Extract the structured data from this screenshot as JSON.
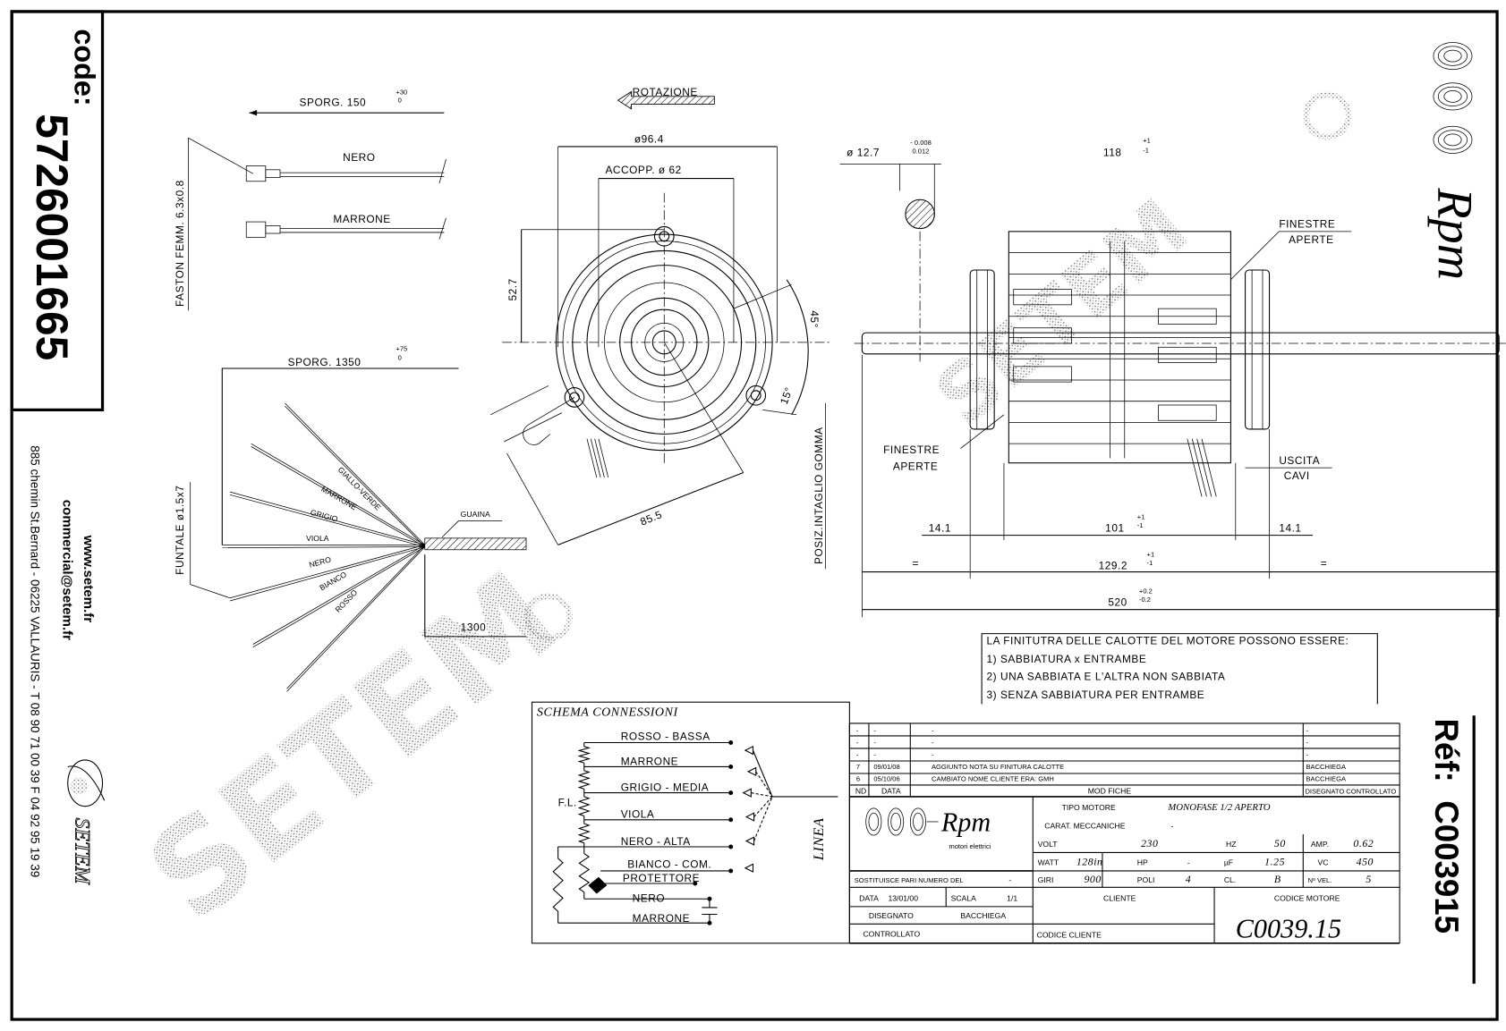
{
  "sidebar": {
    "code_label": "code:",
    "code": "5726001665",
    "website": "www.setem.fr",
    "email": "commercial@setem.fr",
    "address": "885 chemin St.Bernard - 06225 VALLAURIS - T 08 90 71 00 39  F 04 92 95 19 39",
    "brand": "SETEM"
  },
  "right": {
    "brand": "Rpm",
    "ref_label": "Réf:",
    "ref": "C003915"
  },
  "watermark": "SETEM",
  "wires": {
    "sporg1": "SPORG. 150",
    "sporg1_tol": [
      "+30",
      "0"
    ],
    "faston": "FASTON FEMM. 6.3x0.8",
    "wire1": "NERO",
    "wire2": "MARRONE",
    "sporg2": "SPORG. 1350",
    "sporg2_tol": [
      "+75",
      "0"
    ],
    "fan": [
      "GIALLO-VERDE",
      "MARRONE",
      "GRIGIO",
      "VIOLA",
      "NERO",
      "BIANCO",
      "ROSSO"
    ],
    "guaina": "GUAINA",
    "length": "1300",
    "funtale": "FUNTALE ø1.5x7"
  },
  "front": {
    "rotation": "ROTAZIONE",
    "dia": "ø96.4",
    "accopp": "ACCOPP. ø 62",
    "h": "52.7",
    "d2": "85.5",
    "a1": "45°",
    "a2": "15°",
    "posiz": "POSIZ.INTAGLIO GOMMA"
  },
  "side": {
    "shaft": "ø 12.7",
    "shaft_tol": [
      "- 0.008",
      "0.012"
    ],
    "len118": "118",
    "tol": [
      "+1",
      "-1"
    ],
    "fin_r": [
      "FINESTRE",
      "APERTE"
    ],
    "fin_l": [
      "FINESTRE",
      "APERTE"
    ],
    "uscita": [
      "USCITA",
      "CAVI"
    ],
    "d14": "14.1",
    "d101": "101",
    "d129": "129.2",
    "d520": "520",
    "tol520": [
      "+0.2",
      "-0.2"
    ],
    "eq": "="
  },
  "notes": [
    "LA FINITUTRA DELLE CALOTTE DEL MOTORE POSSONO ESSERE:",
    "1) SABBIATURA x ENTRAMBE",
    "2) UNA SABBIATA E L'ALTRA NON SABBIATA",
    "3) SENZA SABBIATURA PER ENTRAMBE"
  ],
  "schema": {
    "title": "SCHEMA CONNESSIONI",
    "wires": [
      "ROSSO - BASSA",
      "MARRONE",
      "GRIGIO - MEDIA",
      "VIOLA",
      "NERO - ALTA",
      "BIANCO - COM.",
      "PROTETTORE",
      "NERO",
      "MARRONE"
    ],
    "fl": "F.L.",
    "linea": "LINEA"
  },
  "title_block": {
    "revisions": [
      {
        "nd": "-",
        "date": "-",
        "desc": "-",
        "by": "-"
      },
      {
        "nd": "-",
        "date": "-",
        "desc": "-",
        "by": "-"
      },
      {
        "nd": "-",
        "date": "-",
        "desc": "-",
        "by": "-"
      },
      {
        "nd": "7",
        "date": "09/01/08",
        "desc": "AGGIUNTO NOTA SU FINITURA CALOTTE",
        "by": "BACCHIEGA"
      },
      {
        "nd": "6",
        "date": "05/10/06",
        "desc": "CAMBIATO NOME CLIENTE ERA: GMH",
        "by": "BACCHIEGA"
      }
    ],
    "hdr_nd": "ND",
    "hdr_data": "DATA",
    "hdr_mod": "MOD FICHE",
    "hdr_by": "DISEGNATO  CONTROLLATO",
    "logo": "Rpm",
    "logo_sub": "motori elettrici",
    "tipo_label": "TIPO MOTORE",
    "tipo": "MONOFASE 1/2 APERTO",
    "carat_label": "CARAT. MECCANICHE",
    "carat": "-",
    "volt_label": "VOLT",
    "volt": "230",
    "hz_label": "HZ",
    "hz": "50",
    "amp_label": "AMP.",
    "amp": "0.62",
    "watt_label": "WATT",
    "watt": "128in",
    "hp_label": "HP",
    "hp": "-",
    "uf_label": "µF",
    "uf": "1.25",
    "vc_label": "VC",
    "vc": "450",
    "giri_label": "GIRI",
    "giri": "900",
    "poli_label": "POLI",
    "poli": "4",
    "cl_label": "CL.",
    "cl": "B",
    "vel_label": "Nº VEL.",
    "vel": "5",
    "sost_label": "SOSTITUISCE PARI NUMERO DEL",
    "sost": "-",
    "data_label": "DATA",
    "data": "13/01/00",
    "scala_label": "SCALA",
    "scala": "1/1",
    "disegnato_label": "DISEGNATO",
    "disegnato": "BACCHIEGA",
    "controllato_label": "CONTROLLATO",
    "cliente_label": "CLIENTE",
    "codice_cliente_label": "CODICE CLIENTE",
    "codice_motore_label": "CODICE MOTORE",
    "codice_motore": "C0039.15"
  }
}
